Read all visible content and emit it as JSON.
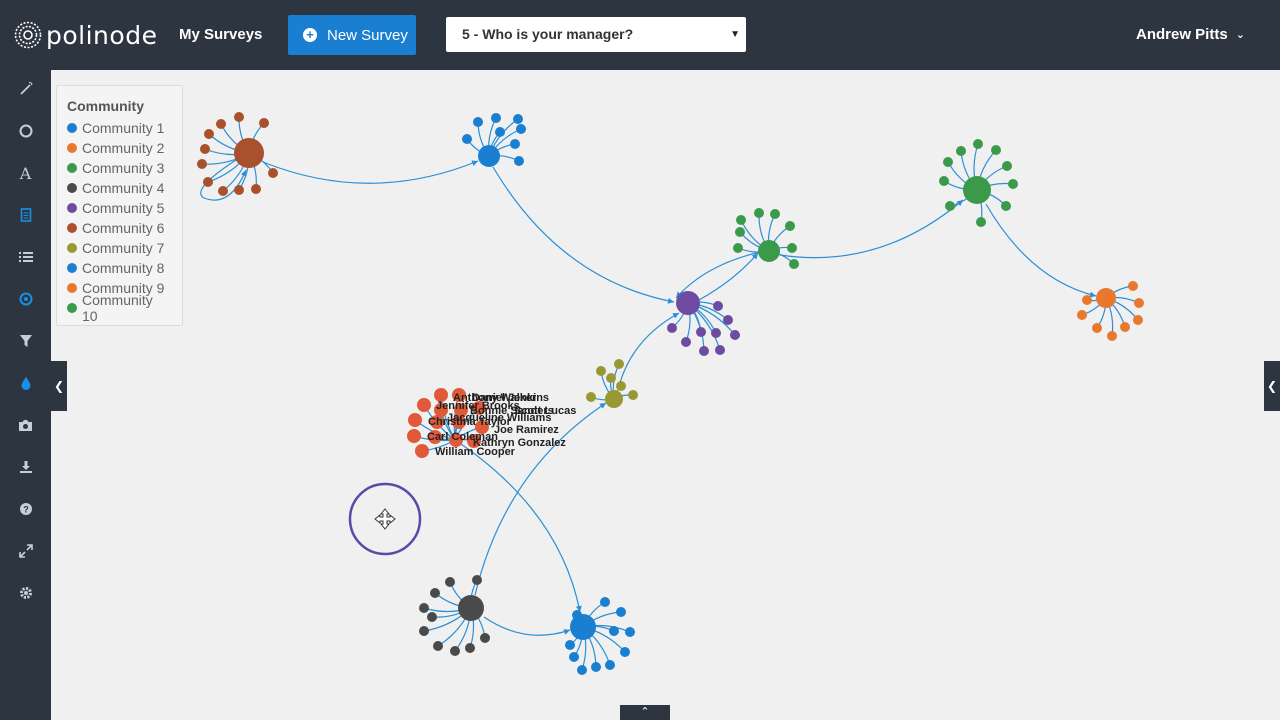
{
  "header": {
    "logo_text": "polinode",
    "my_surveys": "My Surveys",
    "new_survey": "New Survey",
    "survey_selected": "5 - Who is your manager?",
    "user_name": "Andrew Pitts"
  },
  "sidebar": {
    "icons": [
      "magic-wand-icon",
      "circle-icon",
      "font-icon",
      "document-icon",
      "list-icon",
      "target-icon",
      "filter-icon",
      "drop-icon",
      "camera-icon",
      "download-icon",
      "help-icon",
      "expand-icon",
      "gear-icon"
    ],
    "active_index": 3
  },
  "legend": {
    "title": "Community",
    "items": [
      {
        "label": "Community 1",
        "color": "#1a7fd1"
      },
      {
        "label": "Community 2",
        "color": "#e8782e"
      },
      {
        "label": "Community 3",
        "color": "#3a9a4a"
      },
      {
        "label": "Community 4",
        "color": "#4a4a4a"
      },
      {
        "label": "Community 5",
        "color": "#6e4aa0"
      },
      {
        "label": "Community 6",
        "color": "#a9502c"
      },
      {
        "label": "Community 7",
        "color": "#999933"
      },
      {
        "label": "Community 8",
        "color": "#1a7fd1"
      },
      {
        "label": "Community 9",
        "color": "#e8782e"
      },
      {
        "label": "Community 10",
        "color": "#3a9a4a"
      }
    ]
  },
  "node_labels": [
    "Anthony Walker",
    "Daniel Jenkins",
    "Jennifer Brooks",
    "Jacqueline Williams",
    "Bonnie Sanders",
    "Scott Lucas",
    "Christina Taylor",
    "Joe Ramirez",
    "Carl Coleman",
    "Kathryn Gonzalez",
    "William Cooper"
  ],
  "colors": {
    "topbar": "#2c3540",
    "accent": "#1a7fd1",
    "edge": "#2a8fd6",
    "selected_cluster": "#e05a3a",
    "cursor_ring": "#5a4aa8"
  }
}
